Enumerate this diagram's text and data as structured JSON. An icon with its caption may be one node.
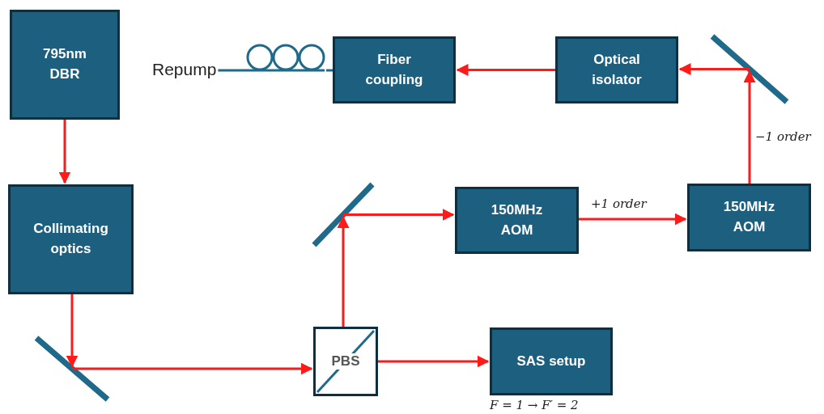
{
  "diagram": {
    "nodes": [
      {
        "text": [
          "795nm DBR"
        ]
      },
      {
        "text": [
          "Collimating optics"
        ]
      },
      {
        "text": [],
        "shape": "mirror"
      },
      {
        "text": [
          "PBS"
        ]
      },
      {
        "text": [
          "SAS setup"
        ],
        "beside": [
          "F = 1 → F′ = 2"
        ]
      },
      {
        "text": [],
        "shape": "mirror"
      },
      {
        "text": [
          "150MHz AOM"
        ]
      },
      {
        "text": [
          "150MHz AOM"
        ]
      },
      {
        "text": [],
        "shape": "mirror"
      },
      {
        "text": [
          "Optical isolator"
        ]
      },
      {
        "text": [
          "Fiber coupling"
        ]
      },
      {
        "text": [
          "Repump"
        ]
      },
      {
        "text": [],
        "shape": "coil"
      }
    ],
    "edges": [
      {
        "from": 0,
        "to": 1,
        "arrow": "to"
      },
      {
        "from": 1,
        "to": 2,
        "arrow": "to"
      },
      {
        "from": 2,
        "to": 3,
        "arrow": "to"
      },
      {
        "from": 3,
        "to": 4,
        "arrow": "to"
      },
      {
        "from": 3,
        "to": 5,
        "arrow": "to"
      },
      {
        "from": 5,
        "to": 6,
        "arrow": "to"
      },
      {
        "from": 6,
        "to": 7,
        "arrow": "to",
        "label": "+1 order"
      },
      {
        "from": 7,
        "to": 8,
        "arrow": "to",
        "label": "−1 order"
      },
      {
        "from": 8,
        "to": 9,
        "arrow": "to"
      },
      {
        "from": 9,
        "to": 10,
        "arrow": "to"
      },
      {
        "from": 10,
        "to": 12,
        "arrow": "none",
        "color": "#1f6a8a"
      },
      {
        "from": 12,
        "to": 11,
        "arrow": "none",
        "color": "#1f6a8a"
      }
    ]
  }
}
